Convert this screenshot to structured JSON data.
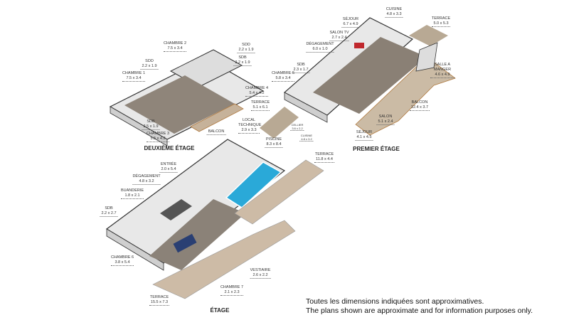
{
  "floors": {
    "deuxieme": {
      "title": "DEUXIÈME ÉTAGE",
      "rooms": [
        {
          "name": "CHAMBRE 2",
          "dim": "7.5 x 3.4"
        },
        {
          "name": "SDD",
          "dim": "2.2 x 1.9"
        },
        {
          "name": "SDB",
          "dim": "2.2 x 1.9"
        },
        {
          "name": "SDD",
          "dim": "2.2 x 1.9"
        },
        {
          "name": "CHAMBRE 1",
          "dim": "7.5 x 3.4"
        },
        {
          "name": "CHAMBRE 4",
          "dim": "5.4 x 4.2"
        },
        {
          "name": "TERRACE",
          "dim": "5.1 x 6.1"
        },
        {
          "name": "SDB",
          "dim": "2.5 x 1.9"
        },
        {
          "name": "CHAMBRE 3",
          "dim": "5.5 x 4.2"
        },
        {
          "name": "BALCON",
          "dim": ""
        },
        {
          "name": "LOCAL TECHNIQUE",
          "dim": "2.9 x 3.3"
        }
      ]
    },
    "premier": {
      "title": "PREMIER ÉTAGE",
      "rooms": [
        {
          "name": "CUISINE",
          "dim": "4.8 x 3.3"
        },
        {
          "name": "TERRACE",
          "dim": "5.0 x 5.3"
        },
        {
          "name": "SÉJOUR",
          "dim": "6.7 x 4.9"
        },
        {
          "name": "SALON TV",
          "dim": "2.7 x 2.4"
        },
        {
          "name": "DÉGAGEMENT",
          "dim": "6.0 x 1.0"
        },
        {
          "name": "SDB",
          "dim": "2.3 x 1.7"
        },
        {
          "name": "CHAMBRE 5",
          "dim": "5.8 x 3.4"
        },
        {
          "name": "SALLE A MANGER",
          "dim": "4.6 x 4.9"
        },
        {
          "name": "BALCON",
          "dim": "12.4 x 3.7"
        },
        {
          "name": "SALON",
          "dim": "5.1 x 2.4"
        },
        {
          "name": "CELLIER",
          "dim": "3.6 x 2.2"
        },
        {
          "name": "CUISINE",
          "dim": "4.8 x 3.2"
        },
        {
          "name": "SÉJOUR",
          "dim": "4.1 x 4.5"
        }
      ]
    },
    "etage": {
      "title": "ÉTAGE",
      "rooms": [
        {
          "name": "PISCINE",
          "dim": "8.3 x 8.4"
        },
        {
          "name": "TERRACE",
          "dim": "11.8 x 4.4"
        },
        {
          "name": "ENTRÉE",
          "dim": "2.0 x 5.4"
        },
        {
          "name": "DÉGAGEMENT",
          "dim": "4.8 x 3.2"
        },
        {
          "name": "BUANDERIE",
          "dim": "1.8 x 2.1"
        },
        {
          "name": "SDB",
          "dim": "2.2 x 2.7"
        },
        {
          "name": "CHAMBRE 6",
          "dim": "3.8 x 5.4"
        },
        {
          "name": "VESTIAIRE",
          "dim": "2.6 x 2.2"
        },
        {
          "name": "CHAMBRE 7",
          "dim": "2.1 x 2.3"
        },
        {
          "name": "TERRACE",
          "dim": "15.5 x 7.3"
        }
      ]
    }
  },
  "disclaimer": {
    "fr": "Toutes les dimensions indiquées sont approximatives.",
    "en": "The plans shown are approximate and for information purposes only."
  },
  "colors": {
    "wall": "#f2f2f2",
    "wallSide": "#cfcfcf",
    "floor": "#8a7f73",
    "deck": "#cdbba6",
    "pool": "#2aa9d8",
    "outline": "#333333"
  }
}
